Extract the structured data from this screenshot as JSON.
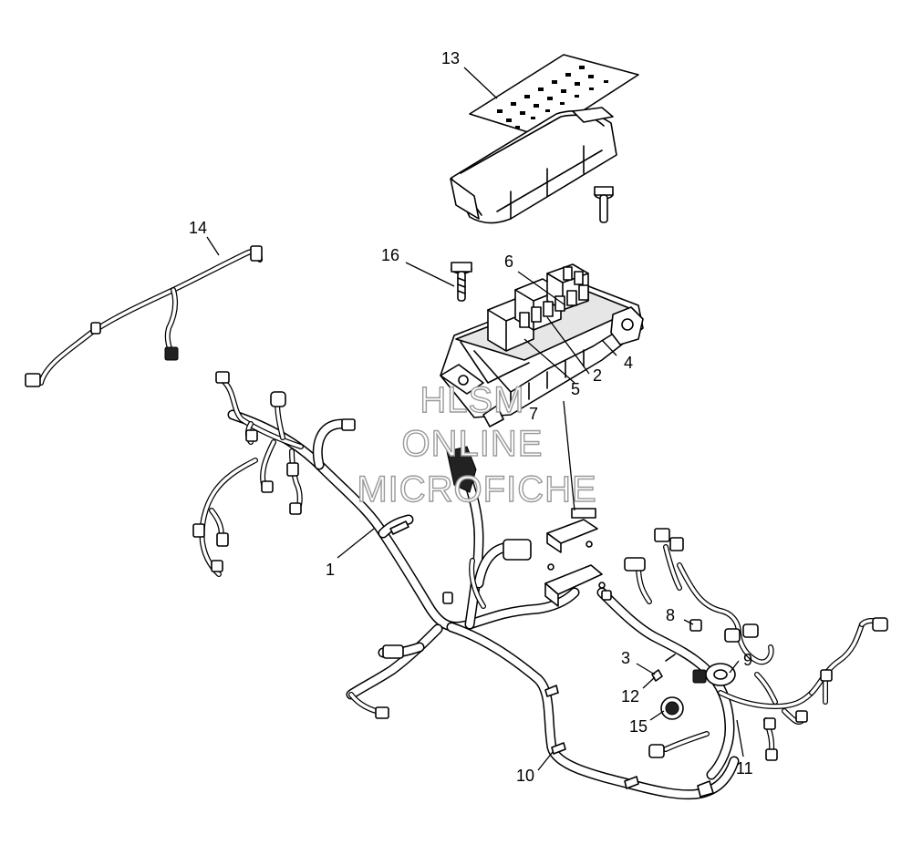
{
  "callouts": [
    {
      "id": "1",
      "label": "1"
    },
    {
      "id": "2",
      "label": "2"
    },
    {
      "id": "3",
      "label": "3"
    },
    {
      "id": "4",
      "label": "4"
    },
    {
      "id": "5",
      "label": "5"
    },
    {
      "id": "6",
      "label": "6"
    },
    {
      "id": "7",
      "label": "7"
    },
    {
      "id": "8",
      "label": "8"
    },
    {
      "id": "9",
      "label": "9"
    },
    {
      "id": "10",
      "label": "10"
    },
    {
      "id": "11",
      "label": "11"
    },
    {
      "id": "12",
      "label": "12"
    },
    {
      "id": "13",
      "label": "13"
    },
    {
      "id": "14",
      "label": "14"
    },
    {
      "id": "15",
      "label": "15"
    },
    {
      "id": "16",
      "label": "16"
    }
  ],
  "watermark": {
    "line1": "HLSM",
    "line2": "ONLINE",
    "line3": "MICROFICHE"
  }
}
